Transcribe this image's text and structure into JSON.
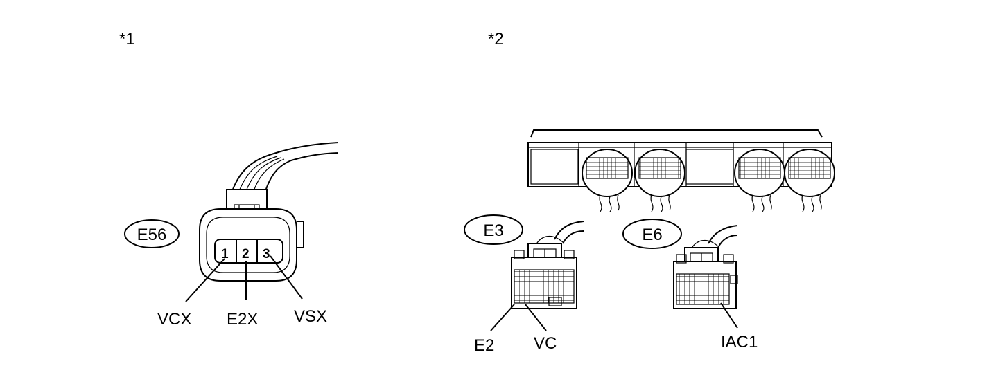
{
  "figure": {
    "left_panel": {
      "marker": "*1",
      "connector": {
        "id": "E56",
        "pins": [
          "1",
          "2",
          "3"
        ],
        "terminals": [
          "VCX",
          "E2X",
          "VSX"
        ]
      }
    },
    "right_panel": {
      "marker": "*2",
      "connectors": [
        {
          "id": "E3",
          "terminals": [
            "E2",
            "VC"
          ]
        },
        {
          "id": "E6",
          "terminals": [
            "IAC1"
          ]
        }
      ]
    }
  }
}
